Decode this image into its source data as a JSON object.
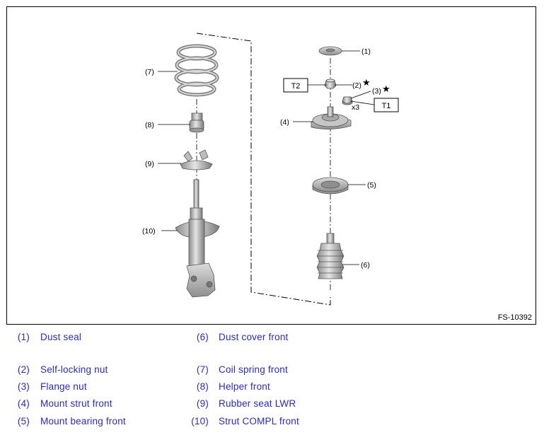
{
  "figure": {
    "id": "FS-10392",
    "callouts": [
      "(1)",
      "(2)",
      "(3)",
      "(4)",
      "(5)",
      "(6)",
      "(7)",
      "(8)",
      "(9)",
      "(10)"
    ],
    "torque_labels": [
      "T1",
      "T2"
    ],
    "star_symbol": "★",
    "quantity_label": "x3"
  },
  "legend": {
    "items": [
      {
        "num": "(1)",
        "text": "Dust seal"
      },
      {
        "num": "(2)",
        "text": "Self-locking nut"
      },
      {
        "num": "(3)",
        "text": "Flange nut"
      },
      {
        "num": "(4)",
        "text": "Mount strut front"
      },
      {
        "num": "(5)",
        "text": "Mount bearing front"
      },
      {
        "num": "(6)",
        "text": "Dust cover front"
      },
      {
        "num": "(7)",
        "text": "Coil spring front"
      },
      {
        "num": "(8)",
        "text": "Helper front"
      },
      {
        "num": "(9)",
        "text": "Rubber seat LWR"
      },
      {
        "num": "(10)",
        "text": "Strut COMPL front"
      }
    ]
  },
  "colors": {
    "legend_text": "#2b2bc0",
    "part_fill": "#c8c8c8",
    "part_dark": "#8a8a8a",
    "line": "#000000"
  }
}
